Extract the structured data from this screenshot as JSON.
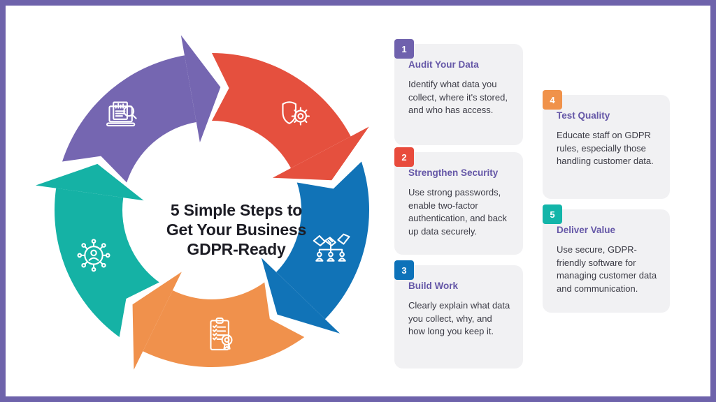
{
  "frame": {
    "border_color": "#6e63ab",
    "background": "#ffffff"
  },
  "diagram": {
    "title_lines": [
      "5 Simple Steps to",
      "Get Your Business",
      "GDPR-Ready"
    ],
    "title_text": "5 Simple Steps to Get Your Business GDPR-Ready",
    "flow": "clockwise",
    "segments": [
      {
        "name": "audit",
        "color": "#7566b1",
        "icon": "laptop-audit"
      },
      {
        "name": "security",
        "color": "#e5503e",
        "icon": "shield-gear"
      },
      {
        "name": "build-work",
        "color": "#1173b7",
        "icon": "handshake-orgchart"
      },
      {
        "name": "test-quality",
        "color": "#f0914c",
        "icon": "clipboard-award"
      },
      {
        "name": "deliver-value",
        "color": "#15b2a5",
        "icon": "person-network"
      }
    ]
  },
  "steps": [
    {
      "number": "1",
      "badge_color": "#6f61ad",
      "title": "Audit Your Data",
      "description": "Identify what data you collect, where it's stored, and who has access."
    },
    {
      "number": "2",
      "badge_color": "#e84b3c",
      "title": "Strengthen Security",
      "description": "Use strong passwords, enable two-factor authentication, and back up data securely."
    },
    {
      "number": "3",
      "badge_color": "#0d72b9",
      "title": "Build Work",
      "description": "Clearly explain what data you collect, why, and how long you keep it."
    },
    {
      "number": "4",
      "badge_color": "#f0924a",
      "title": "Test Quality",
      "description": "Educate staff on GDPR rules, especially those handling customer data."
    },
    {
      "number": "5",
      "badge_color": "#13b5a9",
      "title": "Deliver Value",
      "description": "Use secure, GDPR-friendly software for managing customer data and communication."
    }
  ],
  "colors": {
    "card_bg": "#f1f1f3",
    "step_title": "#6557a7",
    "step_body": "#3b3b45",
    "center_title": "#1c1c24",
    "icon_stroke": "#ffffff"
  }
}
